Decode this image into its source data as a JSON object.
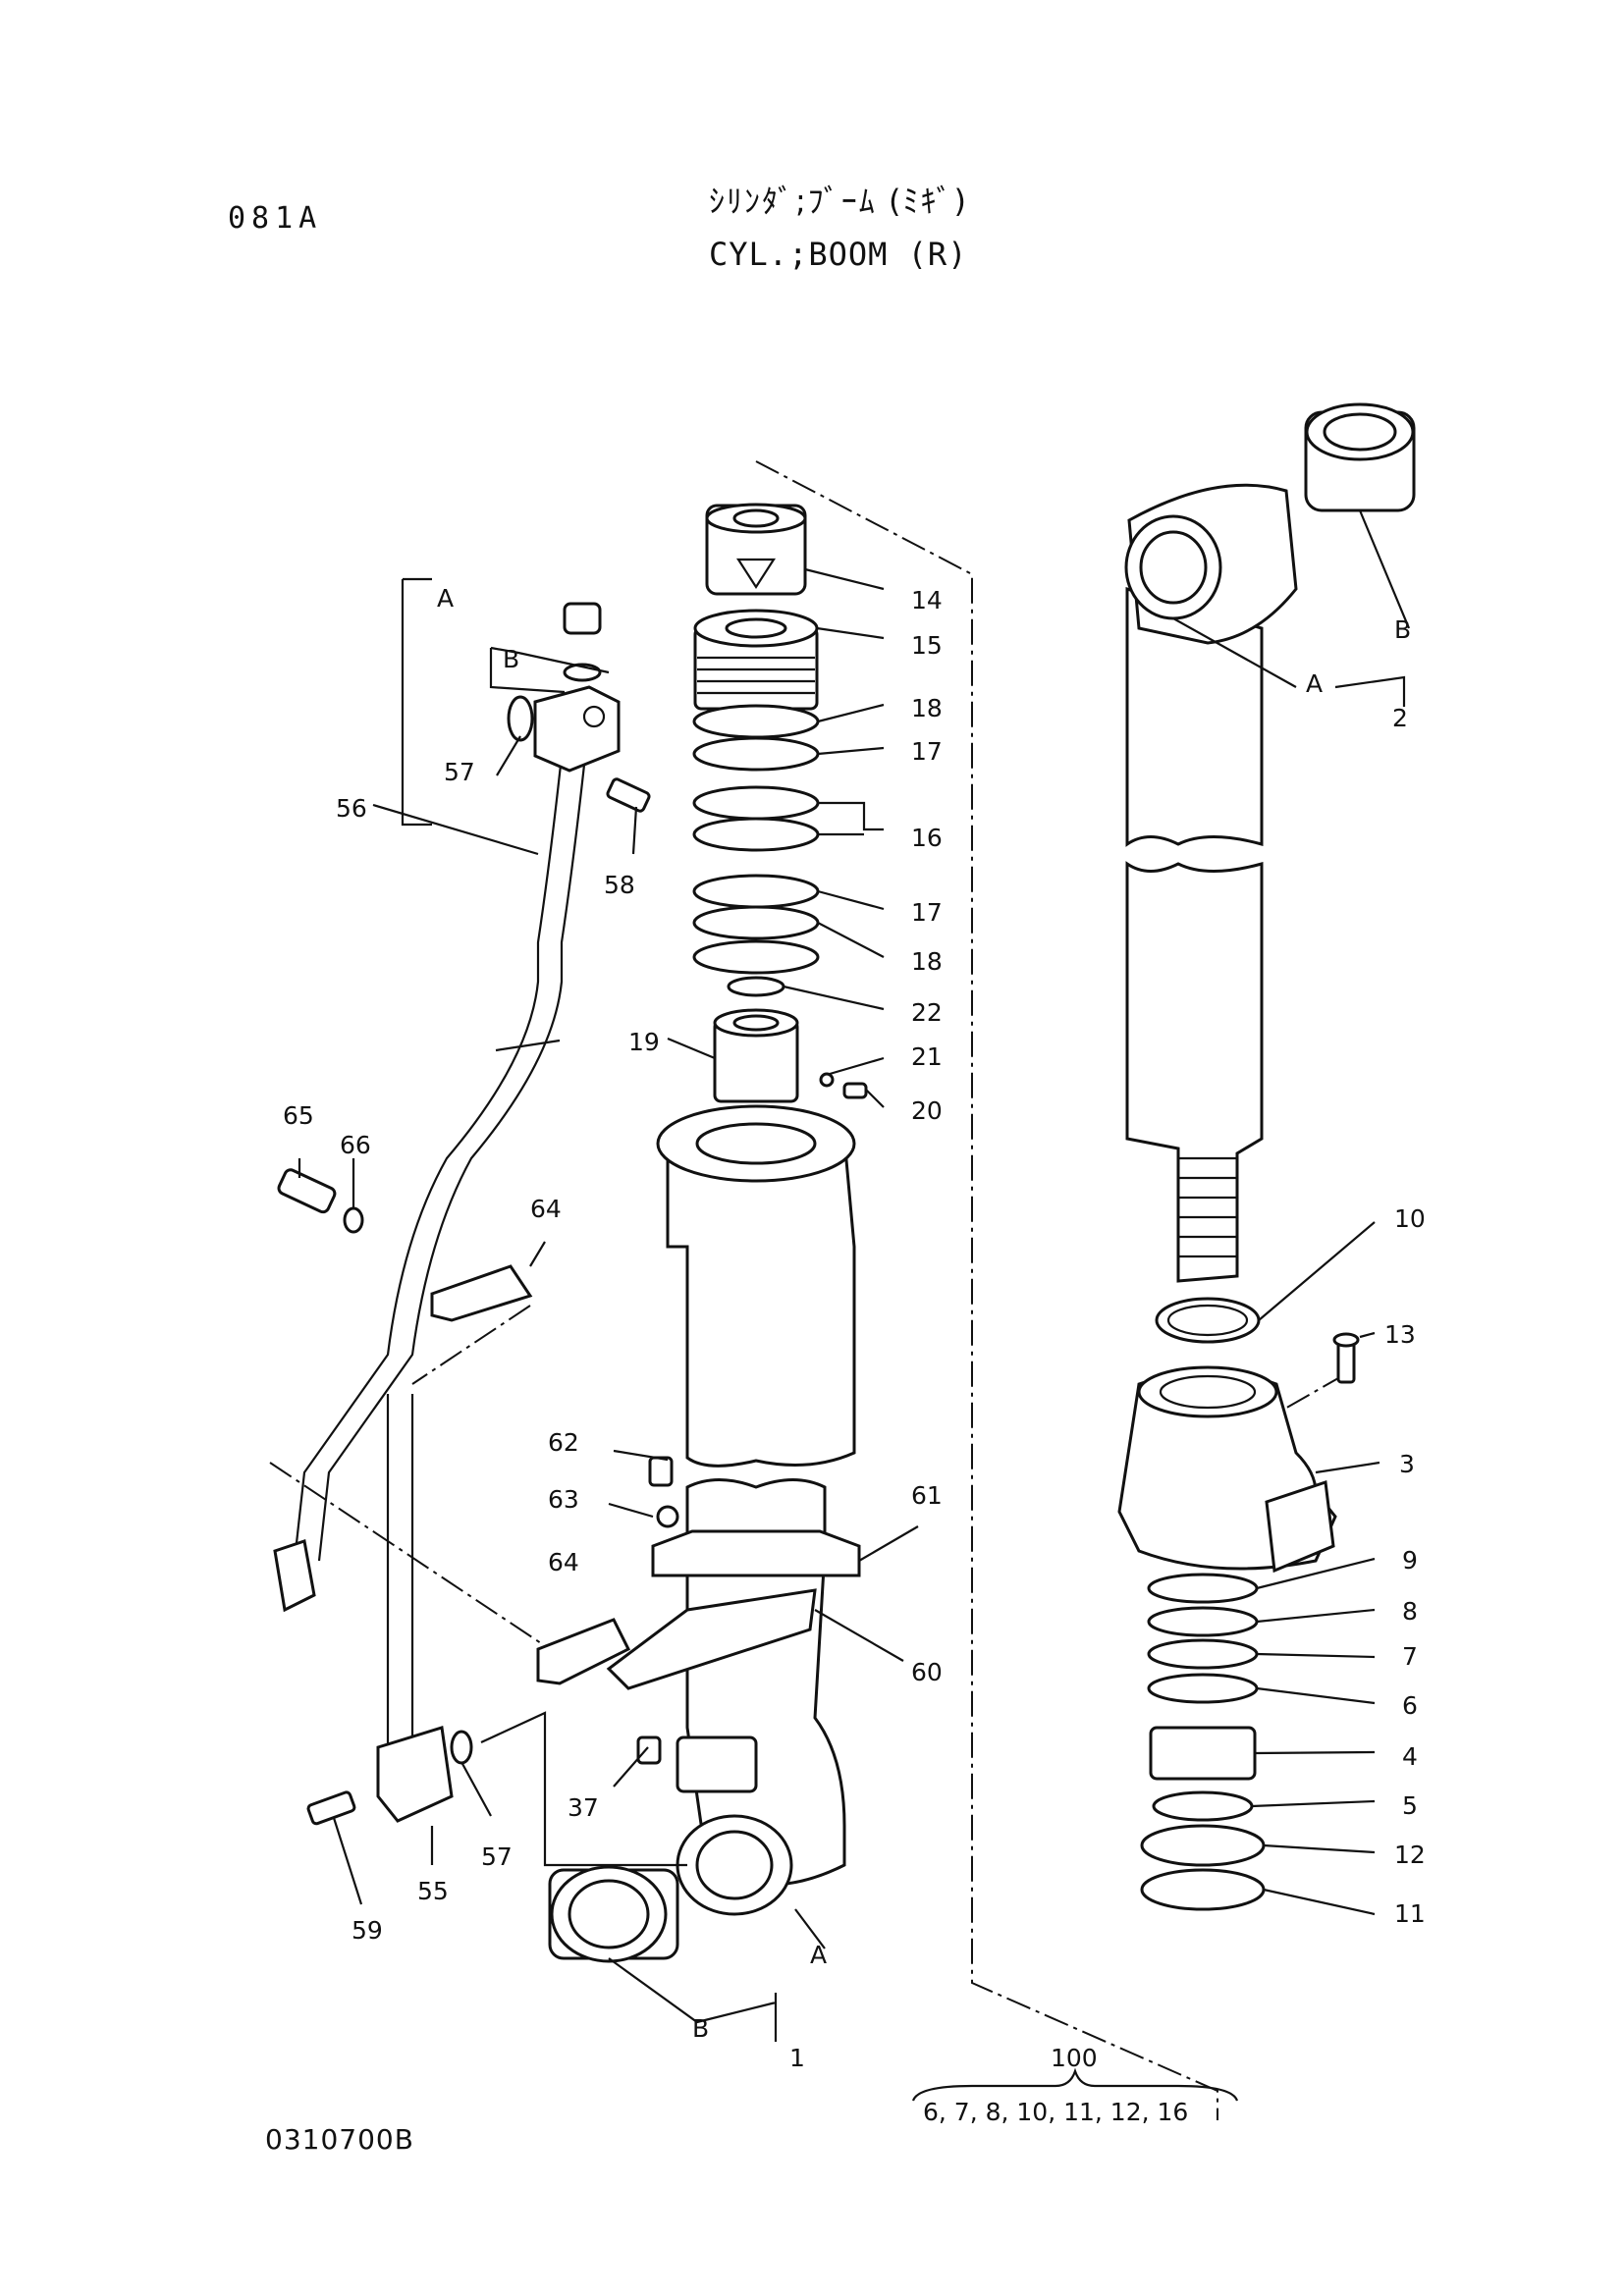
{
  "header": {
    "page_code": "081A",
    "title_jp": "ｼﾘﾝﾀﾞ;ﾌﾞｰﾑ (ﾐｷﾞ)",
    "title_en": "CYL.;BOOM (R)"
  },
  "footer": {
    "doc_code": "0310700B"
  },
  "kit": {
    "number": "100",
    "contents": "6, 7, 8, 10, 11, 12, 16"
  },
  "labels": {
    "p14": "14",
    "p15": "15",
    "p18a": "18",
    "p17a": "17",
    "p16": "16",
    "p17b": "17",
    "p18b": "18",
    "p22": "22",
    "p19": "19",
    "p21": "21",
    "p20": "20",
    "p56": "56",
    "p57a": "57",
    "p58": "58",
    "p65": "65",
    "p66": "66",
    "p64a": "64",
    "p64b": "64",
    "p62": "62",
    "p63": "63",
    "p61": "61",
    "p60": "60",
    "p37": "37",
    "p57b": "57",
    "p59": "59",
    "p55": "55",
    "p1": "1",
    "p2": "2",
    "p3": "3",
    "p4": "4",
    "p5": "5",
    "p6": "6",
    "p7": "7",
    "p8": "8",
    "p9": "9",
    "p10": "10",
    "p11": "11",
    "p12": "12",
    "p13": "13",
    "a_pin": "A",
    "b_pin": "B",
    "a_rod": "A",
    "b_rod": "B",
    "a_tube": "A",
    "b_tube": "B"
  }
}
